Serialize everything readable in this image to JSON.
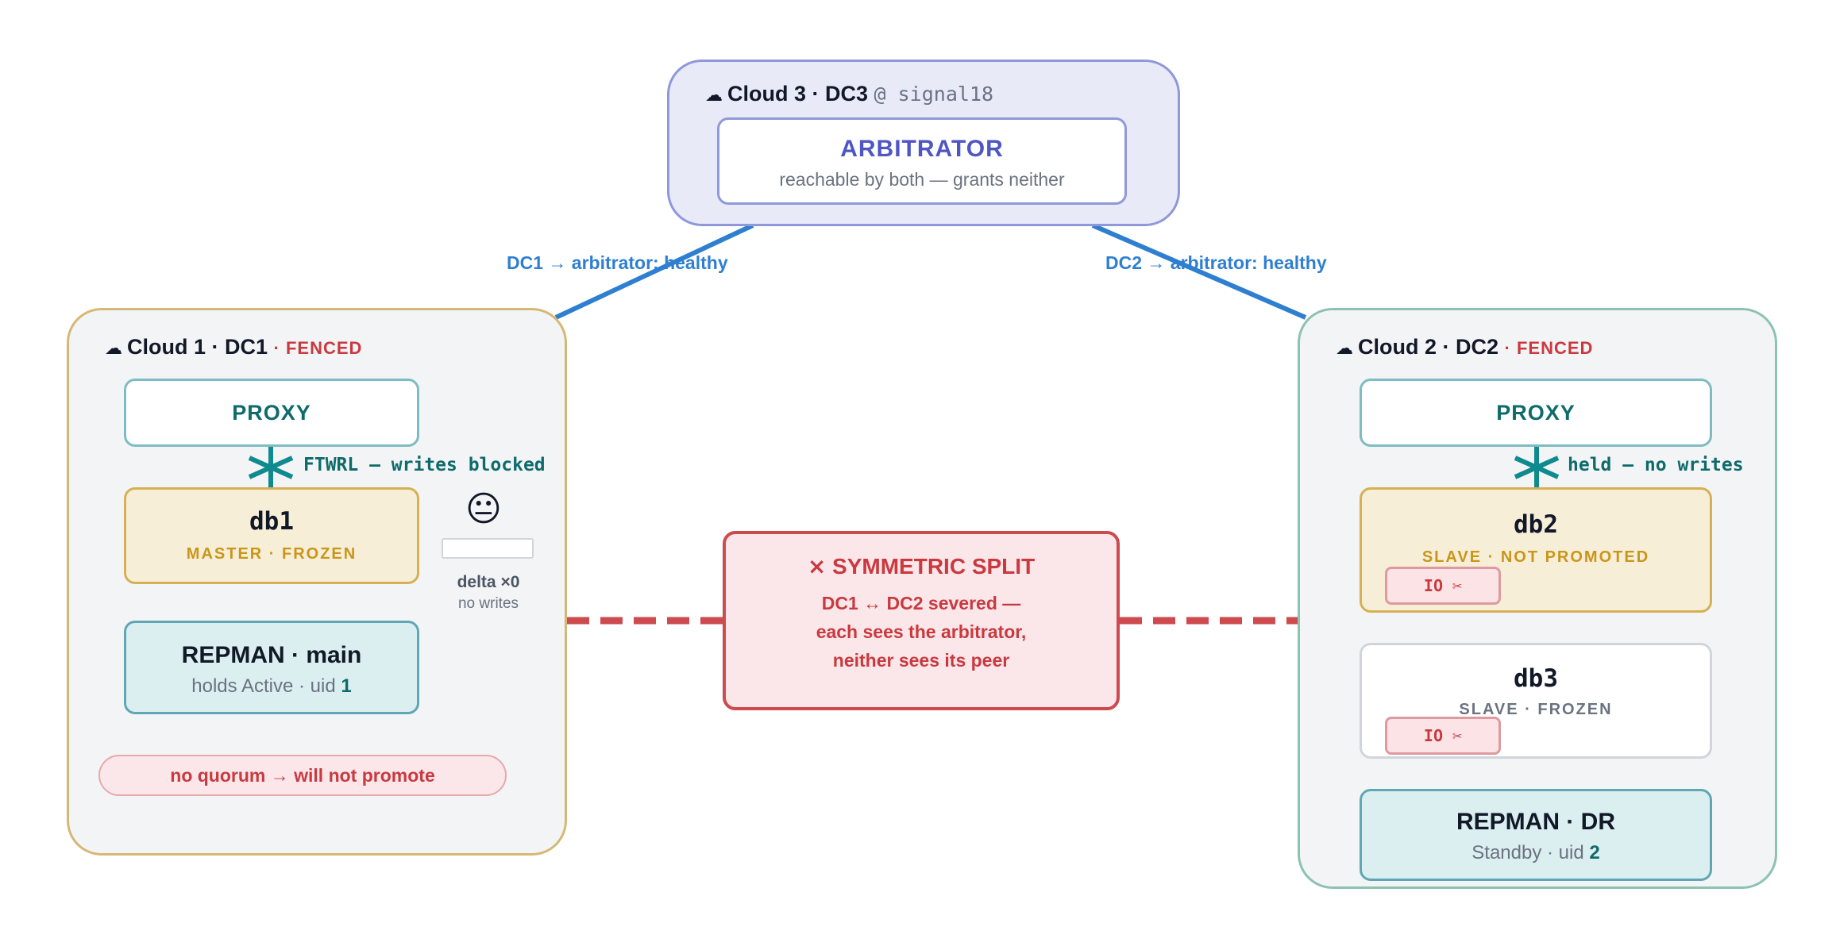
{
  "cloud3": {
    "icon": "cloud-icon",
    "title": "Cloud 3 · DC3",
    "host": "@ signal18",
    "arbitrator": {
      "title": "ARBITRATOR",
      "subtitle": "reachable by both — grants neither"
    }
  },
  "links": {
    "dc1_arbitrator": "DC1 → arbitrator: healthy",
    "dc2_arbitrator": "DC2 → arbitrator: healthy"
  },
  "cloud1": {
    "icon": "cloud-icon",
    "title": "Cloud 1 · DC1",
    "status": "· FENCED",
    "proxy": "PROXY",
    "block_label": "FTWRL — writes blocked",
    "db": {
      "name": "db1",
      "role": "MASTER · FROZEN"
    },
    "emoji": "😐",
    "delta": "delta ×0",
    "delta_sub": "no writes",
    "repman": {
      "name": "REPMAN · main",
      "sub_prefix": "holds Active · uid ",
      "uid": "1"
    },
    "quorum_note": "no quorum → will not promote"
  },
  "split": {
    "title": "⨯ SYMMETRIC SPLIT",
    "lines": [
      "DC1 ↔ DC2 severed —",
      "each sees the arbitrator,",
      "neither sees its peer"
    ]
  },
  "cloud2": {
    "icon": "cloud-icon",
    "title": "Cloud 2 · DC2",
    "status": "· FENCED",
    "proxy": "PROXY",
    "block_label": "held — no writes",
    "db2": {
      "name": "db2",
      "role": "SLAVE · NOT PROMOTED",
      "io": "IO ✂"
    },
    "db3": {
      "name": "db3",
      "role": "SLAVE · FROZEN",
      "io": "IO ✂"
    },
    "repman": {
      "name": "REPMAN · DR",
      "sub_prefix": "Standby · uid ",
      "uid": "2"
    }
  },
  "colors": {
    "fenced_red": "#c9393f",
    "link_blue": "#2f7fd1",
    "teal": "#0f8a8f",
    "arbitrator_indigo": "#4e56c4",
    "master_gold": "#c9961a"
  }
}
